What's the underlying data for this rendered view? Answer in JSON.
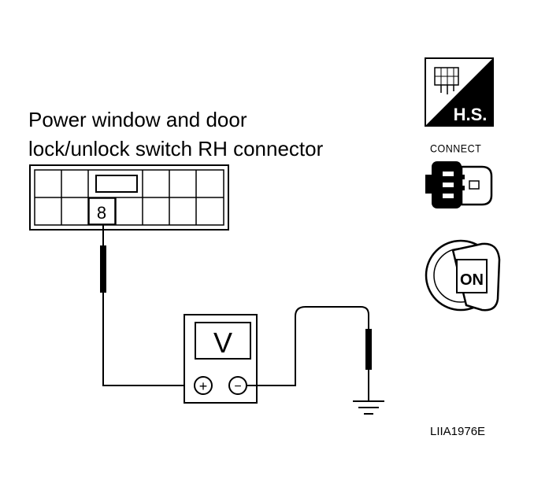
{
  "title": {
    "line1": "Power window and door",
    "line2": "lock/unlock switch RH connector"
  },
  "connector": {
    "pin_label": "8"
  },
  "meter": {
    "label": "V",
    "plus_symbol": "+",
    "minus_symbol": "−"
  },
  "icons": {
    "harness_side_label": "H.S.",
    "connect_label": "CONNECT",
    "ignition_label": "ON"
  },
  "figure_code": "LIIA1976E"
}
